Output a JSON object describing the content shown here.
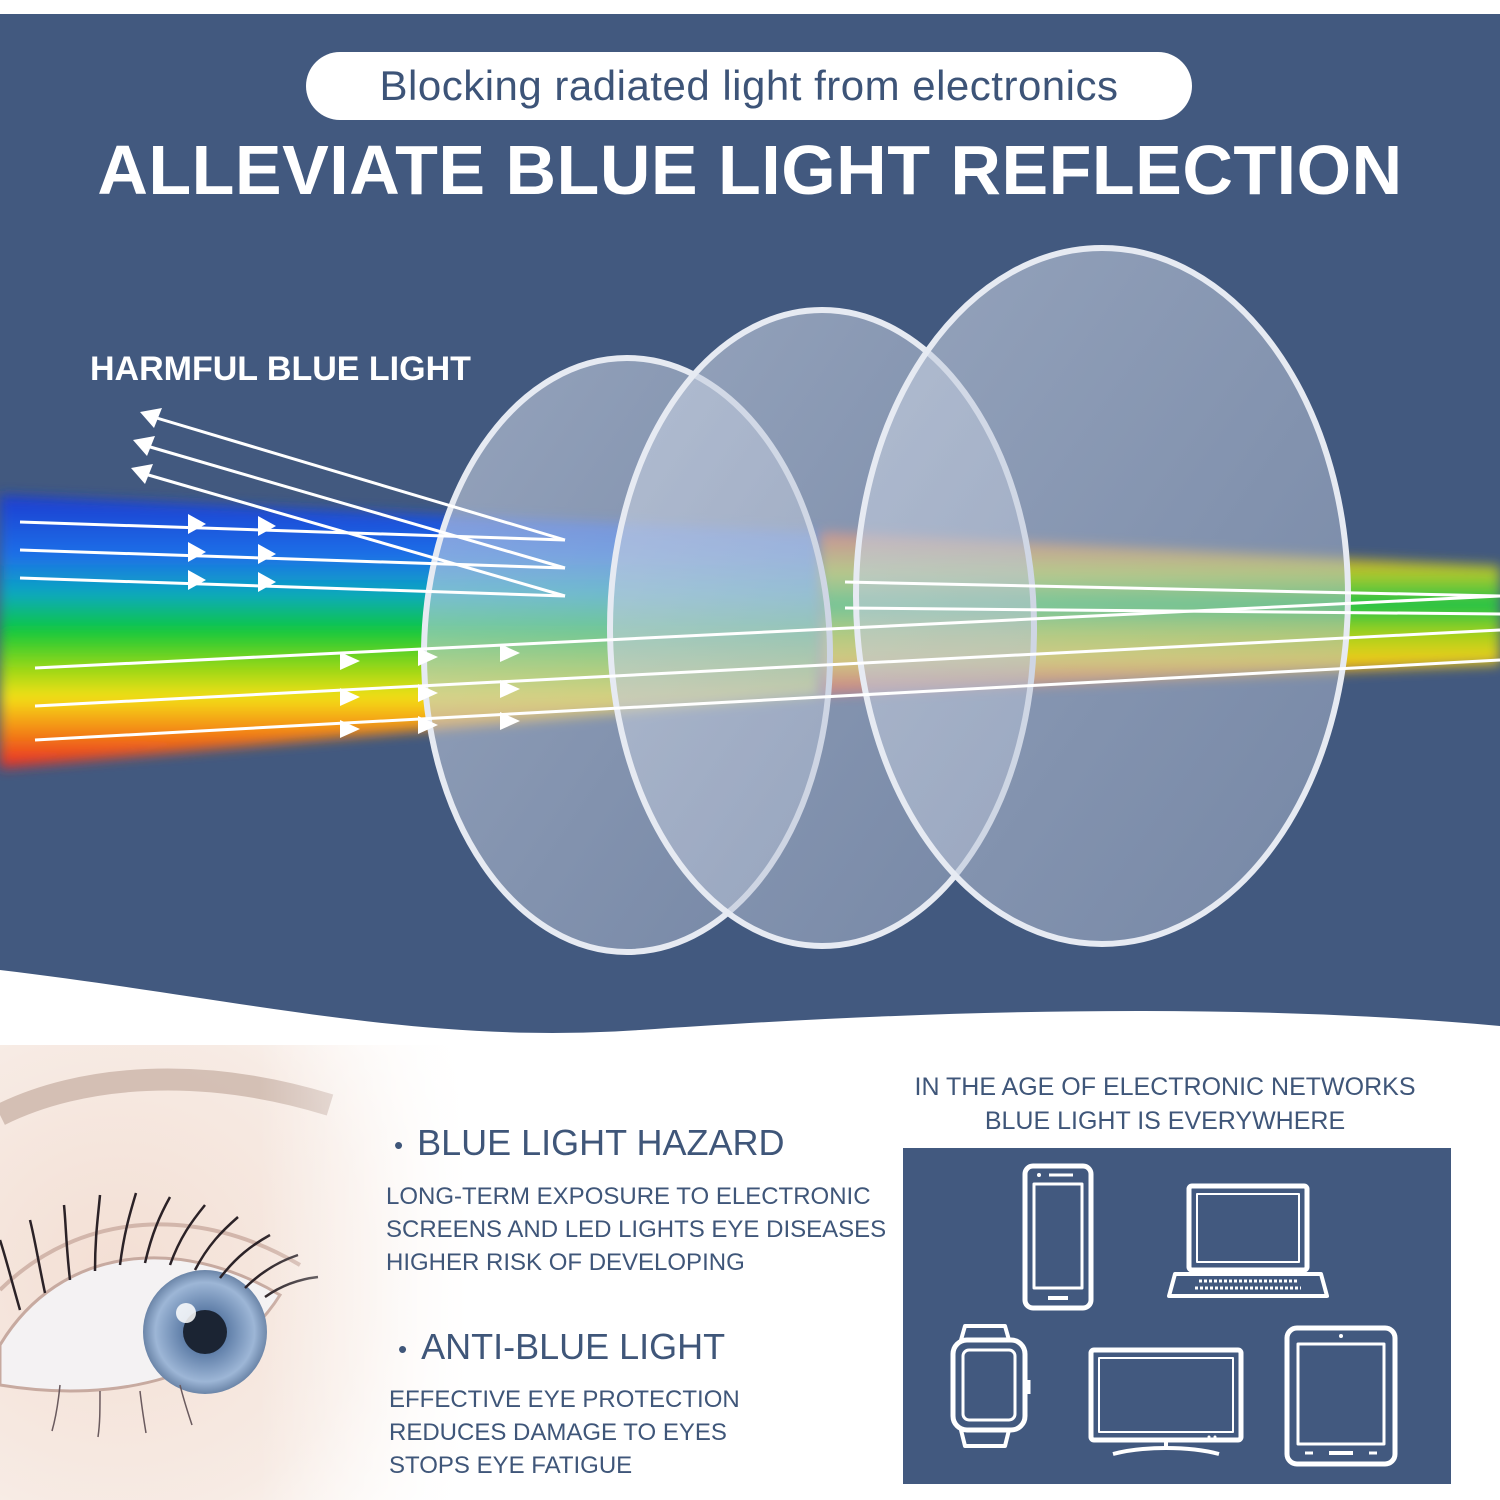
{
  "header": {
    "subtitle": "Blocking radiated light from electronics",
    "title": "ALLEVIATE BLUE LIGHT REFLECTION"
  },
  "diagram": {
    "harmful_label": "HARMFUL BLUE LIGHT"
  },
  "hazard_section": {
    "heading": "BLUE LIGHT HAZARD",
    "lines": [
      "LONG-TERM EXPOSURE TO ELECTRONIC",
      "SCREENS AND LED LIGHTS EYE DISEASES",
      "HIGHER RISK OF DEVELOPING"
    ]
  },
  "anti_section": {
    "heading": "ANTI-BLUE LIGHT",
    "lines": [
      "EFFECTIVE EYE PROTECTION",
      "REDUCES DAMAGE TO EYES",
      "STOPS EYE FATIGUE"
    ]
  },
  "devices_section": {
    "caption_lines": [
      "IN THE AGE OF ELECTRONIC NETWORKS",
      "BLUE LIGHT IS EVERYWHERE"
    ],
    "icons": [
      "smartphone-icon",
      "laptop-icon",
      "smartwatch-icon",
      "monitor-icon",
      "tablet-icon"
    ]
  },
  "colors": {
    "panel": "#42597f",
    "text_dark": "#3f5679",
    "blue_light": "#1f5bd8"
  }
}
